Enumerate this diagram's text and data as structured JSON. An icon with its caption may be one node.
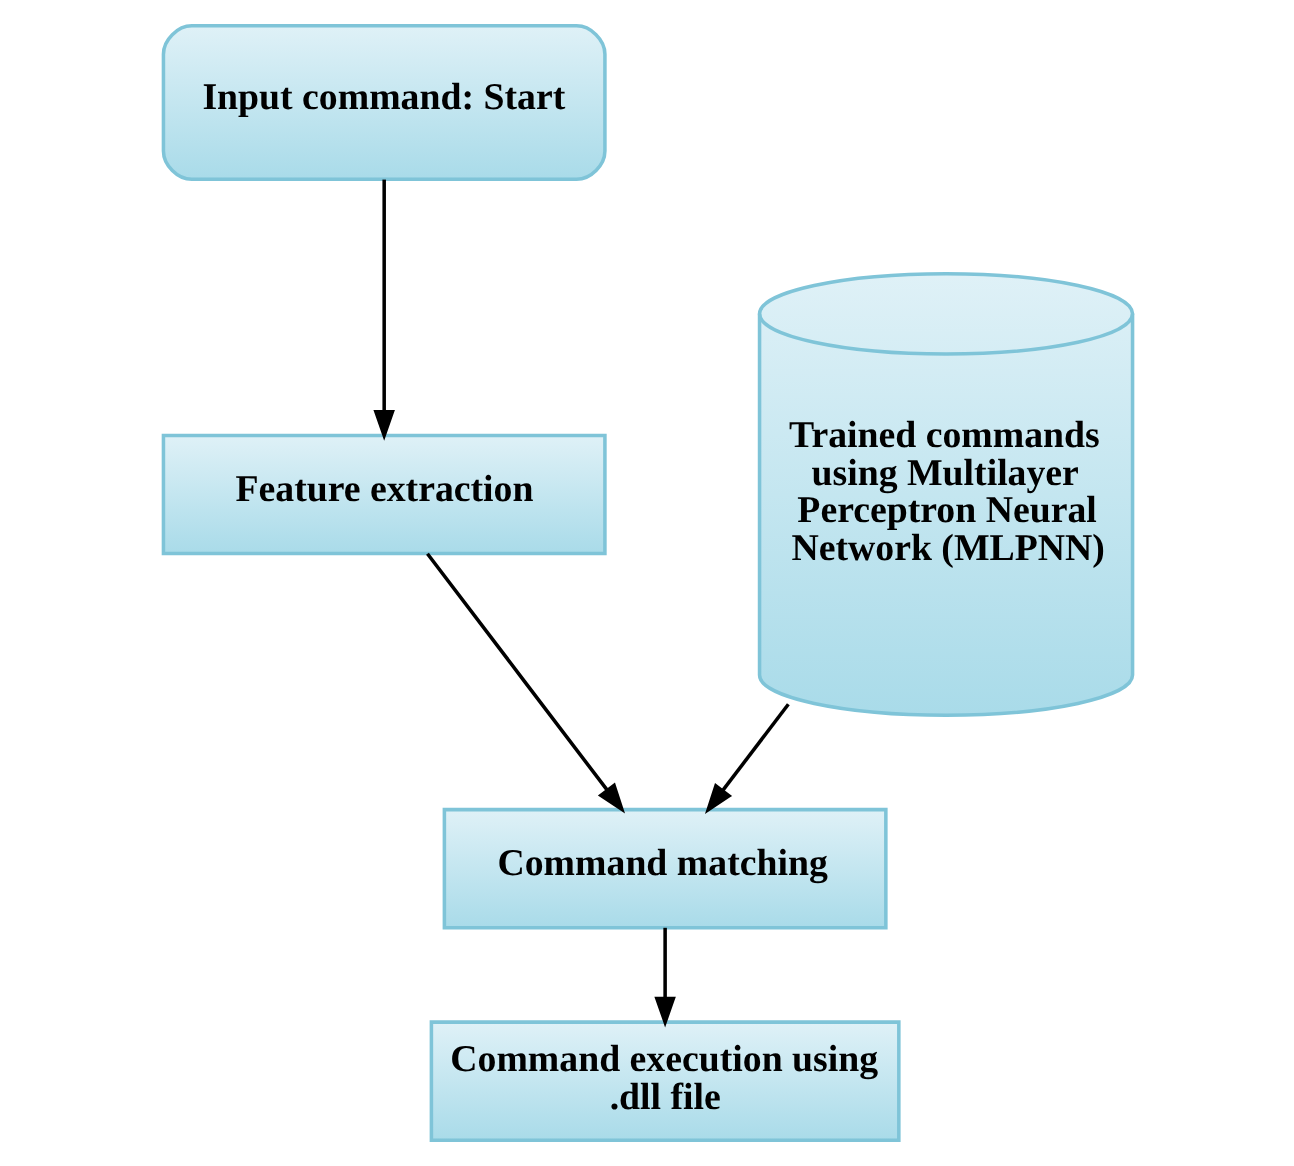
{
  "diagram": {
    "nodes": [
      {
        "text": [
          "Input command: Start"
        ]
      },
      {
        "text": [
          "Feature extraction"
        ]
      },
      {
        "text": [
          "Command matching"
        ]
      },
      {
        "text": [
          "Command execution using .dll file"
        ]
      },
      {
        "text": [
          "Trained commands using Multilayer Perceptron Neural Network (MLPNN)"
        ]
      }
    ],
    "edges": [
      {
        "from": 0,
        "to": 1,
        "arrow": "to"
      },
      {
        "from": 1,
        "to": 2,
        "arrow": "to"
      },
      {
        "from": 4,
        "to": 2,
        "arrow": "to"
      },
      {
        "from": 2,
        "to": 3,
        "arrow": "to"
      }
    ]
  }
}
